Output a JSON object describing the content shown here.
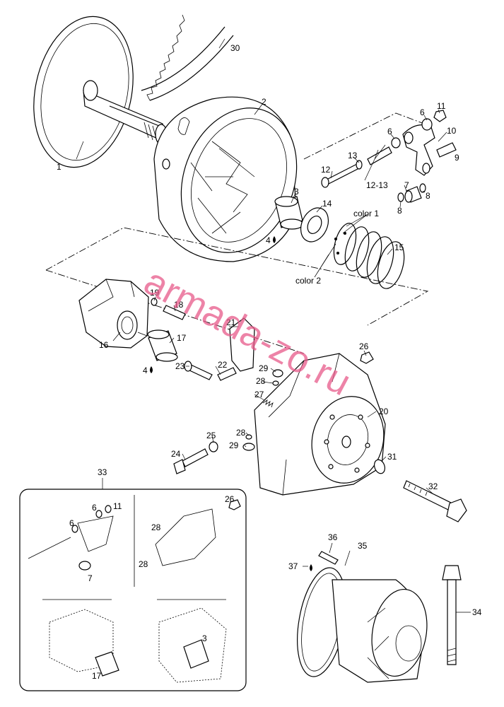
{
  "watermark": "armada-zo.ru",
  "callouts": [
    {
      "id": "c1",
      "text": "1"
    },
    {
      "id": "c30",
      "text": "30"
    },
    {
      "id": "c2",
      "text": "2"
    },
    {
      "id": "c3",
      "text": "3"
    },
    {
      "id": "c14",
      "text": "14"
    },
    {
      "id": "c4a",
      "text": "4"
    },
    {
      "id": "c11",
      "text": "11"
    },
    {
      "id": "c6a",
      "text": "6"
    },
    {
      "id": "c6b",
      "text": "6"
    },
    {
      "id": "c10",
      "text": "10"
    },
    {
      "id": "c9",
      "text": "9"
    },
    {
      "id": "c13",
      "text": "13"
    },
    {
      "id": "c12",
      "text": "12"
    },
    {
      "id": "c1213",
      "text": "12-13"
    },
    {
      "id": "c7",
      "text": "7"
    },
    {
      "id": "c8a",
      "text": "8"
    },
    {
      "id": "c8b",
      "text": "8"
    },
    {
      "id": "ccolor1",
      "text": "color 1"
    },
    {
      "id": "ccolor2",
      "text": "color 2"
    },
    {
      "id": "c15",
      "text": "15"
    },
    {
      "id": "c19",
      "text": "19"
    },
    {
      "id": "c18",
      "text": "18"
    },
    {
      "id": "c16",
      "text": "16"
    },
    {
      "id": "c17",
      "text": "17"
    },
    {
      "id": "c4b",
      "text": "4"
    },
    {
      "id": "c21",
      "text": "21"
    },
    {
      "id": "c23",
      "text": "23"
    },
    {
      "id": "c22",
      "text": "22"
    },
    {
      "id": "c26",
      "text": "26"
    },
    {
      "id": "c29a",
      "text": "29"
    },
    {
      "id": "c28a",
      "text": "28"
    },
    {
      "id": "c27",
      "text": "27"
    },
    {
      "id": "c20",
      "text": "20"
    },
    {
      "id": "c25",
      "text": "25"
    },
    {
      "id": "c28b",
      "text": "28"
    },
    {
      "id": "c29b",
      "text": "29"
    },
    {
      "id": "c24",
      "text": "24"
    },
    {
      "id": "c31",
      "text": "31"
    },
    {
      "id": "c32",
      "text": "32"
    },
    {
      "id": "c33",
      "text": "33"
    },
    {
      "id": "i6a",
      "text": "6"
    },
    {
      "id": "i11",
      "text": "11"
    },
    {
      "id": "i6b",
      "text": "6"
    },
    {
      "id": "i7",
      "text": "7"
    },
    {
      "id": "i26",
      "text": "26"
    },
    {
      "id": "i28a",
      "text": "28"
    },
    {
      "id": "i28b",
      "text": "28"
    },
    {
      "id": "i3",
      "text": "3"
    },
    {
      "id": "i17",
      "text": "17"
    },
    {
      "id": "c36",
      "text": "36"
    },
    {
      "id": "c35",
      "text": "35"
    },
    {
      "id": "c37",
      "text": "37"
    },
    {
      "id": "c34",
      "text": "34"
    }
  ]
}
